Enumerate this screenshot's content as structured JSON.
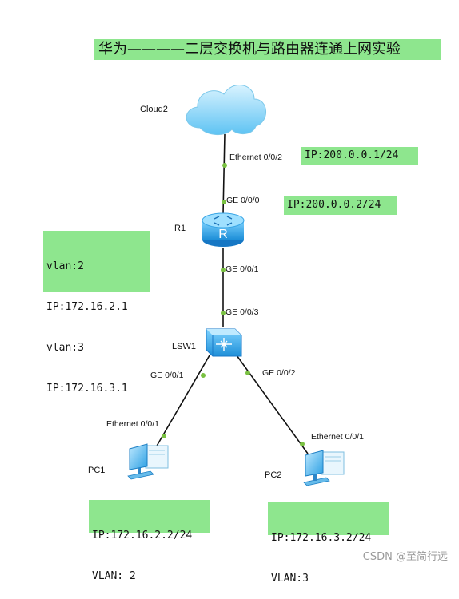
{
  "title": "华为————二层交换机与路由器连通上网实验",
  "devices": {
    "cloud": "Cloud2",
    "router": "R1",
    "switch": "LSW1",
    "pc1": "PC1",
    "pc2": "PC2"
  },
  "ports": {
    "cloud_eth": "Ethernet 0/0/2",
    "r1_ge0": "GE 0/0/0",
    "r1_ge1": "GE 0/0/1",
    "sw_ge3": "GE 0/0/3",
    "sw_ge1": "GE 0/0/1",
    "sw_ge2": "GE 0/0/2",
    "pc1_eth": "Ethernet 0/0/1",
    "pc2_eth": "Ethernet 0/0/1"
  },
  "notes": {
    "cloud_ip": "IP:200.0.0.1/24",
    "r1_ip": "IP:200.0.0.2/24",
    "vlan_lines": [
      "vlan:2",
      "IP:172.16.2.1",
      "vlan:3",
      "IP:172.16.3.1"
    ],
    "pc1_lines": [
      "IP:172.16.2.2/24",
      "VLAN: 2"
    ],
    "pc2_lines": [
      "IP:172.16.3.2/24",
      "VLAN:3"
    ]
  },
  "watermark": "CSDN @至简行远",
  "colors": {
    "note_bg": "#8ee68e",
    "port_dot": "#7ac142",
    "device_blue": "#2f9be0"
  }
}
